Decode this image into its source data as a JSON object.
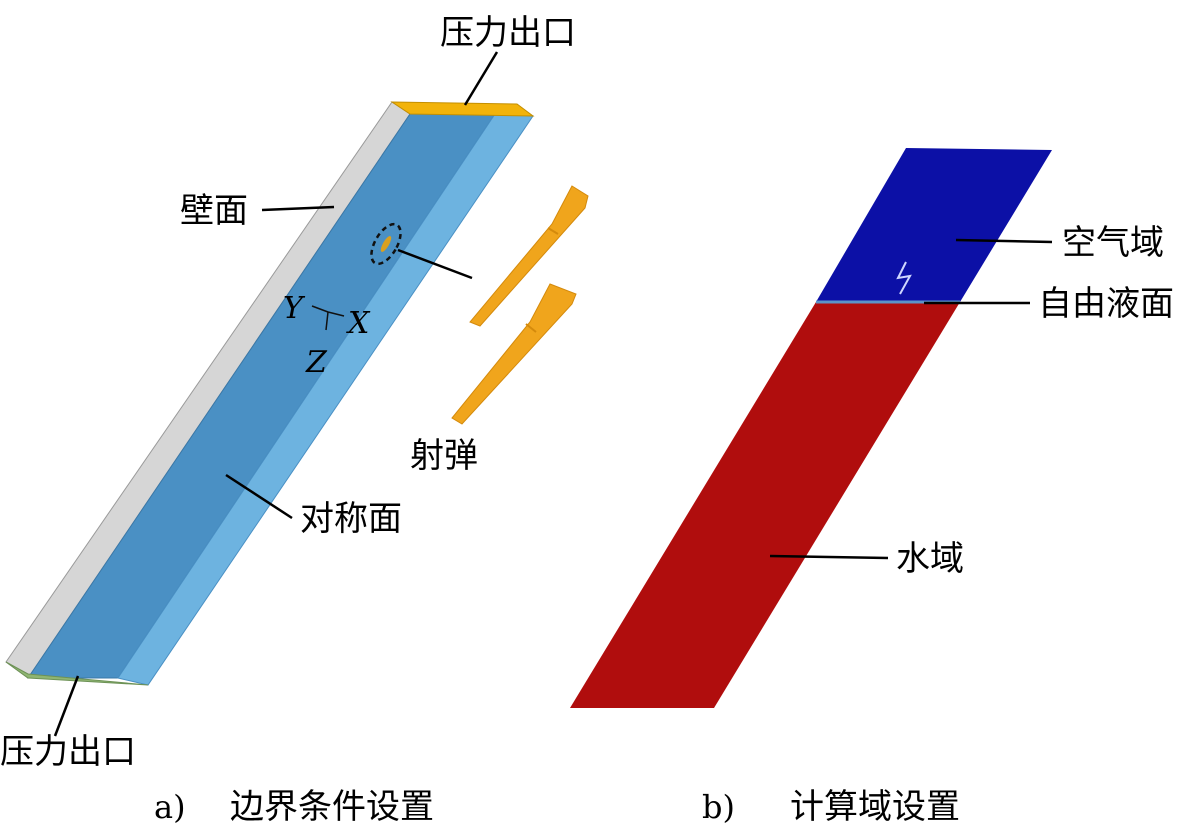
{
  "panel_a": {
    "caption_letter": "a)",
    "caption": "边界条件设置",
    "labels": {
      "outlet_top": "压力出口",
      "outlet_bottom": "压力出口",
      "wall": "壁面",
      "symmetry": "对称面",
      "projectile": "射弹"
    },
    "axes": {
      "x": "X",
      "y": "Y",
      "z": "Z"
    }
  },
  "panel_b": {
    "caption_letter": "b)",
    "caption": "计算域设置",
    "labels": {
      "air": "空气域",
      "free_surface": "自由液面",
      "water": "水域"
    }
  },
  "colors": {
    "wall": "#d6d6d6",
    "symmetry": "#4a90c4",
    "symmetry_side": "#6db3e0",
    "outlet_top": "#f2b30a",
    "outlet_bottom": "#8fb572",
    "projectile": "#f0a51c",
    "air": "#0c10a6",
    "water": "#b00d0d",
    "free_surface": "#5b93c8"
  }
}
